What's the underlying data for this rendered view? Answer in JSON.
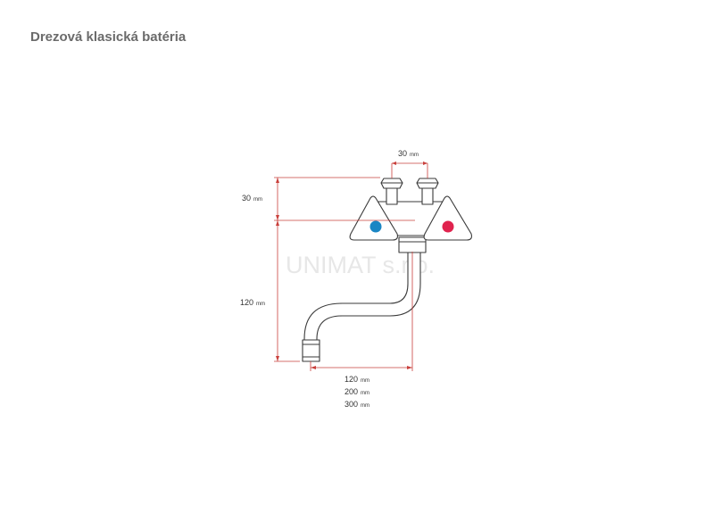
{
  "title": "Drezová klasická batéria",
  "watermark": "UNIMAT s.r.o.",
  "colors": {
    "dimension_line": "#c9403c",
    "cold_dot": "#1a86c4",
    "hot_dot": "#e0234e",
    "outline": "#3a3a3a",
    "title": "#6b6b6b"
  },
  "dimensions": {
    "top_spacing": {
      "value": "30",
      "unit": "mm"
    },
    "height_upper": {
      "value": "30",
      "unit": "mm"
    },
    "height_lower": {
      "value": "120",
      "unit": "mm"
    },
    "spout_lengths": [
      {
        "value": "120",
        "unit": "mm"
      },
      {
        "value": "200",
        "unit": "mm"
      },
      {
        "value": "300",
        "unit": "mm"
      }
    ]
  }
}
